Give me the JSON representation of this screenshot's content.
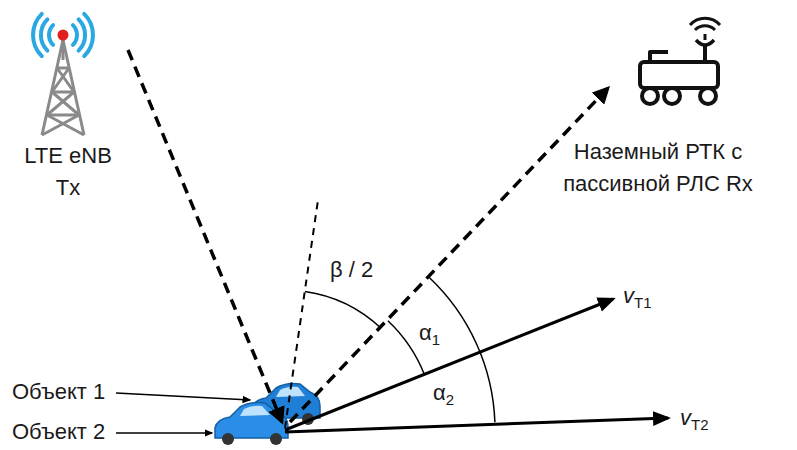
{
  "diagram": {
    "nodes": [
      {
        "text": [
          "LTE eNB Tx"
        ]
      },
      {
        "text": [
          "Наземный РТК с пассивной РЛС Rx"
        ]
      }
    ],
    "labels": [
      "β / 2",
      "α1",
      "α2",
      "vT1",
      "vT2",
      "Объект 1",
      "Объект 2"
    ]
  }
}
